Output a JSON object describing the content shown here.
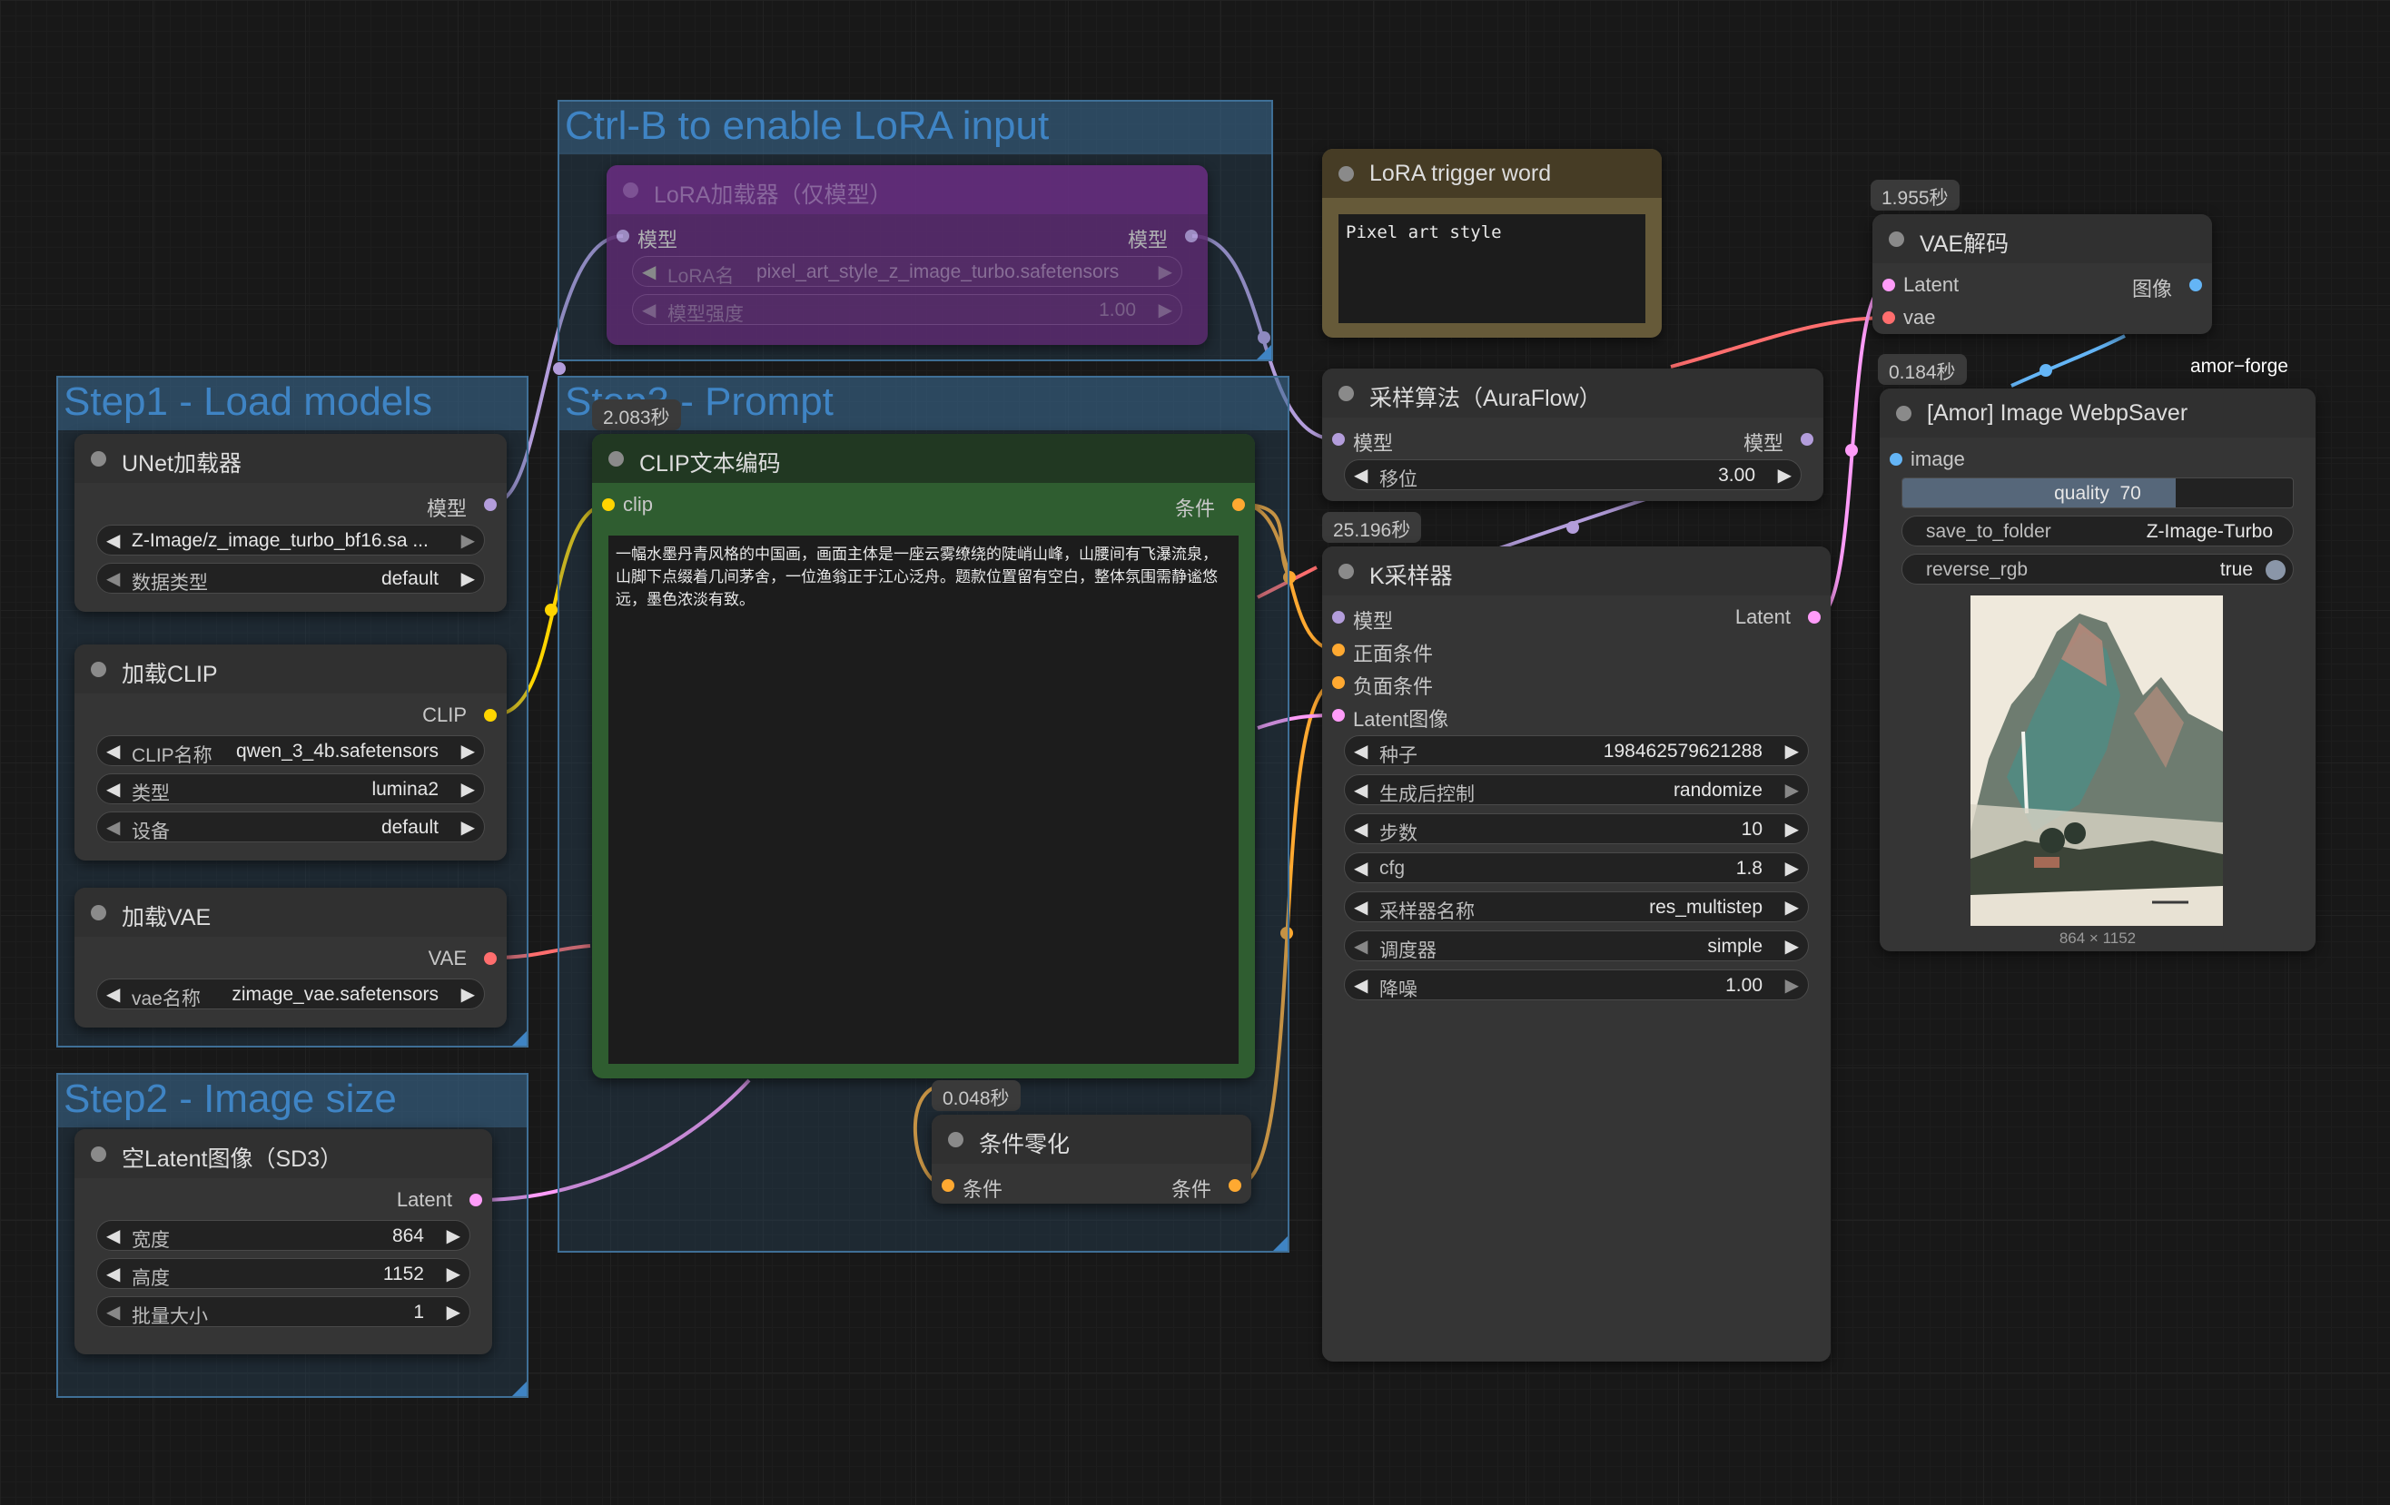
{
  "groups": {
    "lora": {
      "title": "Ctrl-B to enable LoRA input"
    },
    "step1": {
      "title": "Step1 - Load models"
    },
    "step3": {
      "title": "Step3 - Prompt"
    },
    "step2": {
      "title": "Step2 - Image size"
    }
  },
  "nodes": {
    "lora_loader": {
      "title": "LoRA加载器（仅模型）",
      "in_model": "模型",
      "out_model": "模型",
      "w_name_label": "LoRA名",
      "w_name_value": "pixel_art_style_z_image_turbo.safetensors",
      "w_strength_label": "模型强度",
      "w_strength_value": "1.00"
    },
    "trigger": {
      "title": "LoRA trigger word",
      "text": "Pixel art style"
    },
    "vae_decode": {
      "timer": "1.955秒",
      "title": "VAE解码",
      "in_latent": "Latent",
      "in_vae": "vae",
      "out_image": "图像"
    },
    "unet": {
      "title": "UNet加载器",
      "out_model": "模型",
      "w_name_value": "Z-Image/z_image_turbo_bf16.sa ...",
      "w_dtype_label": "数据类型",
      "w_dtype_value": "default"
    },
    "clip_loader": {
      "title": "加载CLIP",
      "out_clip": "CLIP",
      "w_name_label": "CLIP名称",
      "w_name_value": "qwen_3_4b.safetensors",
      "w_type_label": "类型",
      "w_type_value": "lumina2",
      "w_device_label": "设备",
      "w_device_value": "default"
    },
    "vae_loader": {
      "title": "加载VAE",
      "out_vae": "VAE",
      "w_name_label": "vae名称",
      "w_name_value": "zimage_vae.safetensors"
    },
    "clip_encode": {
      "timer": "2.083秒",
      "title": "CLIP文本编码",
      "in_clip": "clip",
      "out_cond": "条件",
      "text": "一幅水墨丹青风格的中国画，画面主体是一座云雾缭绕的陡峭山峰，山腰间有飞瀑流泉，山脚下点缀着几间茅舍，一位渔翁正于江心泛舟。题款位置留有空白，整体氛围需静谧悠远，墨色浓淡有致。"
    },
    "latent": {
      "title": "空Latent图像（SD3）",
      "out_latent": "Latent",
      "w_width_label": "宽度",
      "w_width_value": "864",
      "w_height_label": "高度",
      "w_height_value": "1152",
      "w_batch_label": "批量大小",
      "w_batch_value": "1"
    },
    "cond_zero": {
      "timer": "0.048秒",
      "title": "条件零化",
      "in_cond": "条件",
      "out_cond": "条件"
    },
    "sampling": {
      "title": "采样算法（AuraFlow）",
      "in_model": "模型",
      "out_model": "模型",
      "w_shift_label": "移位",
      "w_shift_value": "3.00"
    },
    "ksampler": {
      "timer": "25.196秒",
      "title": "K采样器",
      "in_model": "模型",
      "in_pos": "正面条件",
      "in_neg": "负面条件",
      "in_latent": "Latent图像",
      "out_latent": "Latent",
      "w_seed_label": "种子",
      "w_seed_value": "198462579621288",
      "w_ctrl_label": "生成后控制",
      "w_ctrl_value": "randomize",
      "w_steps_label": "步数",
      "w_steps_value": "10",
      "w_cfg_label": "cfg",
      "w_cfg_value": "1.8",
      "w_sampler_label": "采样器名称",
      "w_sampler_value": "res_multistep",
      "w_sched_label": "调度器",
      "w_sched_value": "simple",
      "w_denoise_label": "降噪",
      "w_denoise_value": "1.00"
    },
    "webp": {
      "timer": "0.184秒",
      "badge": "amor−forge",
      "title": "[Amor] Image WebpSaver",
      "in_image": "image",
      "quality_label": "quality",
      "quality_value": "70",
      "quality_fraction": 0.7,
      "folder_label": "save_to_folder",
      "folder_value": "Z-Image-Turbo",
      "reverse_label": "reverse_rgb",
      "reverse_value": "true",
      "image_size": "864 × 1152"
    }
  },
  "colors": {
    "model": "#b39ddb",
    "clip": "#ffd500",
    "vae": "#ff6e6e",
    "cond": "#ffa931",
    "latent": "#ff9cf9",
    "image": "#64b5f6",
    "lora_node": "#6a2d82",
    "clip_node": "#2f5d30"
  }
}
